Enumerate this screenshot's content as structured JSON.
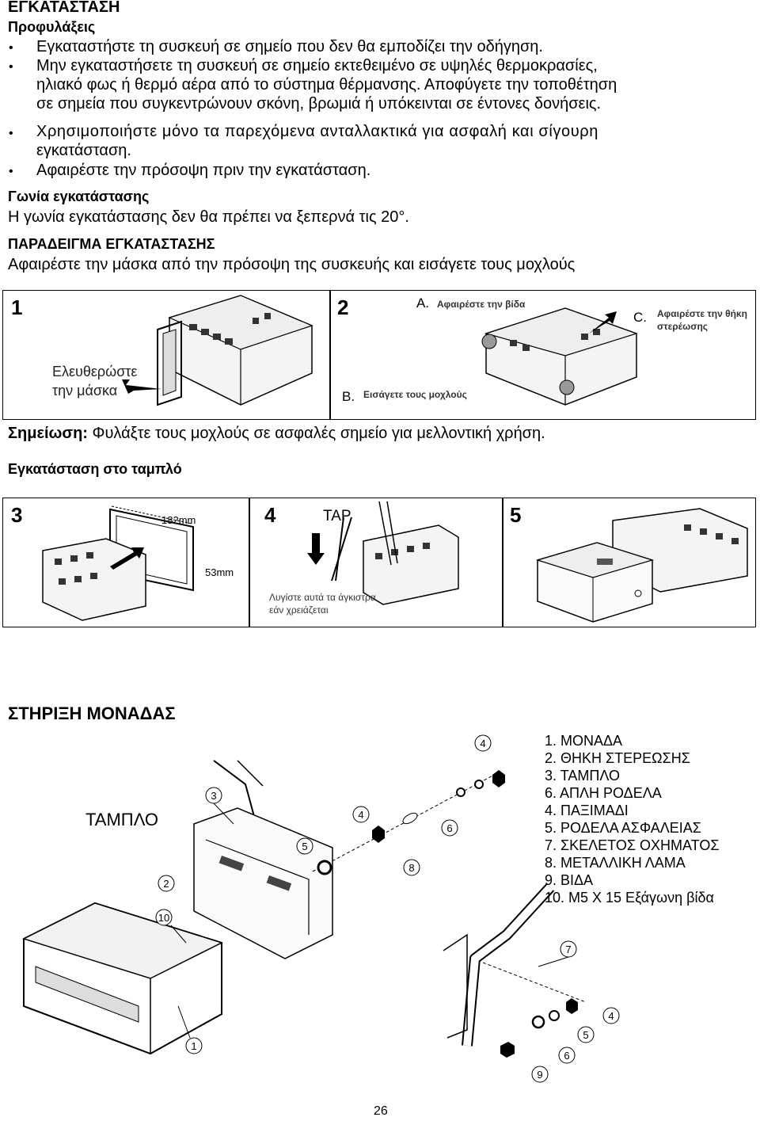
{
  "title": "ΕΓΚΑΤΑΣΤΑΣΗ",
  "precautions": {
    "heading": "Προφυλάξεις",
    "line1": "Εγκαταστήστε τη συσκευή σε σημείο που δεν θα εμποδίζει την οδήγηση.",
    "bullet2_a": "Μην εγκαταστήσετε τη συσκευή σε σημείο εκτεθειμένο σε υψηλές θερμοκρασίες,",
    "bullet2_b": "ηλιακό φως ή θερμό αέρα από το σύστημα θέρμανσης. Αποφύγετε την τοποθέτηση",
    "bullet2_c": "σε σημεία που συγκεντρώνουν σκόνη, βρωμιά ή υπόκεινται σε έντονες δονήσεις.",
    "bullet3_a": "Χρησιμοποιήστε μόνο τα παρεχόμενα ανταλλακτικά για ασφαλή και σίγουρη",
    "bullet3_b": "εγκατάσταση.",
    "bullet4": "Αφαιρέστε την πρόσοψη πριν την εγκατάσταση."
  },
  "angle": {
    "heading": "Γωνία εγκατάστασης",
    "text": "Η γωνία εγκατάστασης δεν θα πρέπει να ξεπερνά τις 20°."
  },
  "example": {
    "heading": "ΠΑΡΑΔΕΙΓΜΑ ΕΓΚΑΤΑΣΤΑΣΗΣ",
    "text": "Αφαιρέστε την μάσκα από την πρόσοψη της συσκευής και εισάγετε τους μοχλούς"
  },
  "fig1": {
    "num": "1",
    "cap1": "Ελευθερώστε",
    "cap2": "την μάσκα"
  },
  "fig2": {
    "num": "2",
    "a": "A.",
    "a_text": "Αφαιρέστε την βίδα",
    "b": "B.",
    "b_text": "Εισάγετε τους μοχλούς",
    "c": "C.",
    "c_text1": "Αφαιρέστε την θήκη",
    "c_text2": "στερέωσης"
  },
  "note": {
    "label": "Σημείωση:",
    "text": "Φυλάξτε τους μοχλούς σε ασφαλές σημείο για μελλοντική χρήση."
  },
  "dash_heading": "Εγκατάσταση στο ταμπλό",
  "fig3": {
    "num": "3",
    "w": "182mm",
    "h": "53mm"
  },
  "fig4": {
    "num": "4",
    "tap": "TAP",
    "cap1": "Λυγίστε αυτά τα άγκιστρα",
    "cap2": "εάν χρειάζεται"
  },
  "fig5": {
    "num": "5"
  },
  "mount": {
    "heading": "ΣΤΗΡΙΞΗ ΜΟΝΑΔΑΣ",
    "dash_label": "ΤΑΜΠΛΟ",
    "items": [
      "1.  ΜΟΝΑΔΑ",
      "2.  ΘΗΚΗ ΣΤΕΡΕΩΣΗΣ",
      "3.  ΤΑΜΠΛΟ",
      "6.  ΑΠΛΗ ΡΟΔΕΛΑ",
      "4.  ΠΑΞΙΜΑΔΙ",
      "5.  ΡΟΔΕΛΑ ΑΣΦΑΛΕΙΑΣ",
      "7.  ΣΚΕΛΕΤΟΣ ΟΧΗΜΑΤΟΣ",
      "8.  ΜΕΤΑΛΛΙΚΗ ΛΑΜΑ",
      "9.  ΒΙΔΑ",
      "10. M5 X 15 Εξάγωνη βίδα"
    ],
    "callouts": [
      "4",
      "3",
      "4",
      "5",
      "6",
      "8",
      "2",
      "10",
      "1",
      "7",
      "4",
      "5",
      "6",
      "9"
    ]
  },
  "page_number": "26"
}
